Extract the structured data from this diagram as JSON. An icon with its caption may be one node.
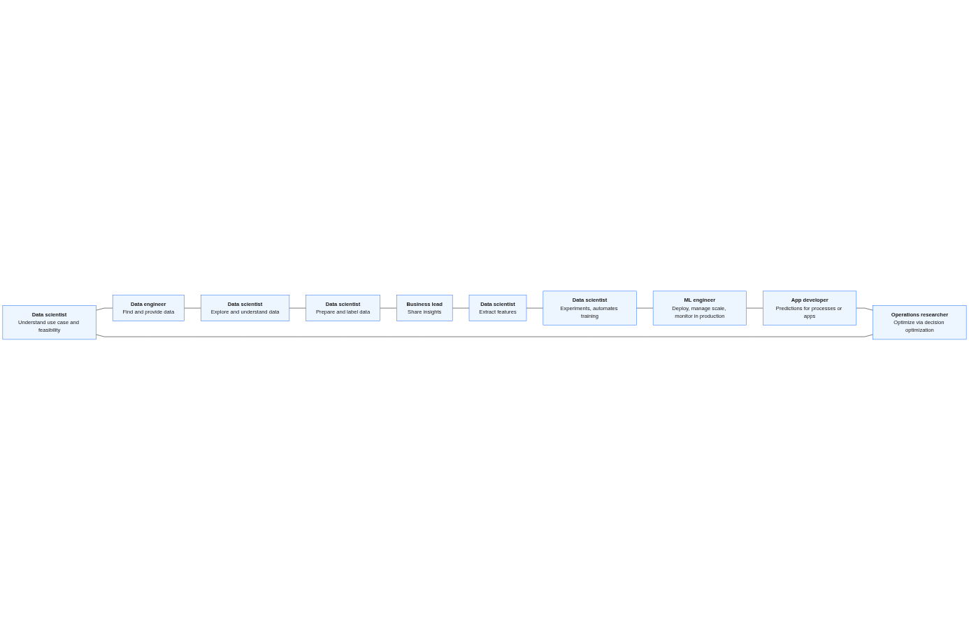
{
  "diagram": {
    "nodes": [
      {
        "text": [
          "Data scientist",
          "Understand use case and feasibility"
        ]
      },
      {
        "text": [
          "Data engineer",
          "Find and provide data"
        ]
      },
      {
        "text": [
          "Operations researcher",
          "Optimize via decision optimization"
        ]
      },
      {
        "text": [
          "Data scientist",
          "Explore and understand data"
        ]
      },
      {
        "text": [
          "App developer",
          "Predictions for processes or apps"
        ]
      },
      {
        "text": [
          "Data scientist",
          "Prepare and label data"
        ]
      },
      {
        "text": [
          "ML engineer",
          "Deploy, manage scale, monitor in production"
        ]
      },
      {
        "text": [
          "Business lead",
          "Share insights"
        ]
      },
      {
        "text": [
          "Data scientist",
          "Experiments, automates training"
        ]
      },
      {
        "text": [
          "Data scientist",
          "Extract features"
        ]
      }
    ],
    "edges": [
      {
        "from": 0,
        "to": 1,
        "arrow": "none"
      },
      {
        "from": 1,
        "to": 3,
        "arrow": "none"
      },
      {
        "from": 3,
        "to": 5,
        "arrow": "none"
      },
      {
        "from": 5,
        "to": 7,
        "arrow": "none"
      },
      {
        "from": 7,
        "to": 9,
        "arrow": "none"
      },
      {
        "from": 9,
        "to": 8,
        "arrow": "none"
      },
      {
        "from": 8,
        "to": 6,
        "arrow": "none"
      },
      {
        "from": 6,
        "to": 4,
        "arrow": "none"
      },
      {
        "from": 4,
        "to": 2,
        "arrow": "none"
      },
      {
        "from": 2,
        "to": 0,
        "arrow": "none"
      }
    ]
  }
}
